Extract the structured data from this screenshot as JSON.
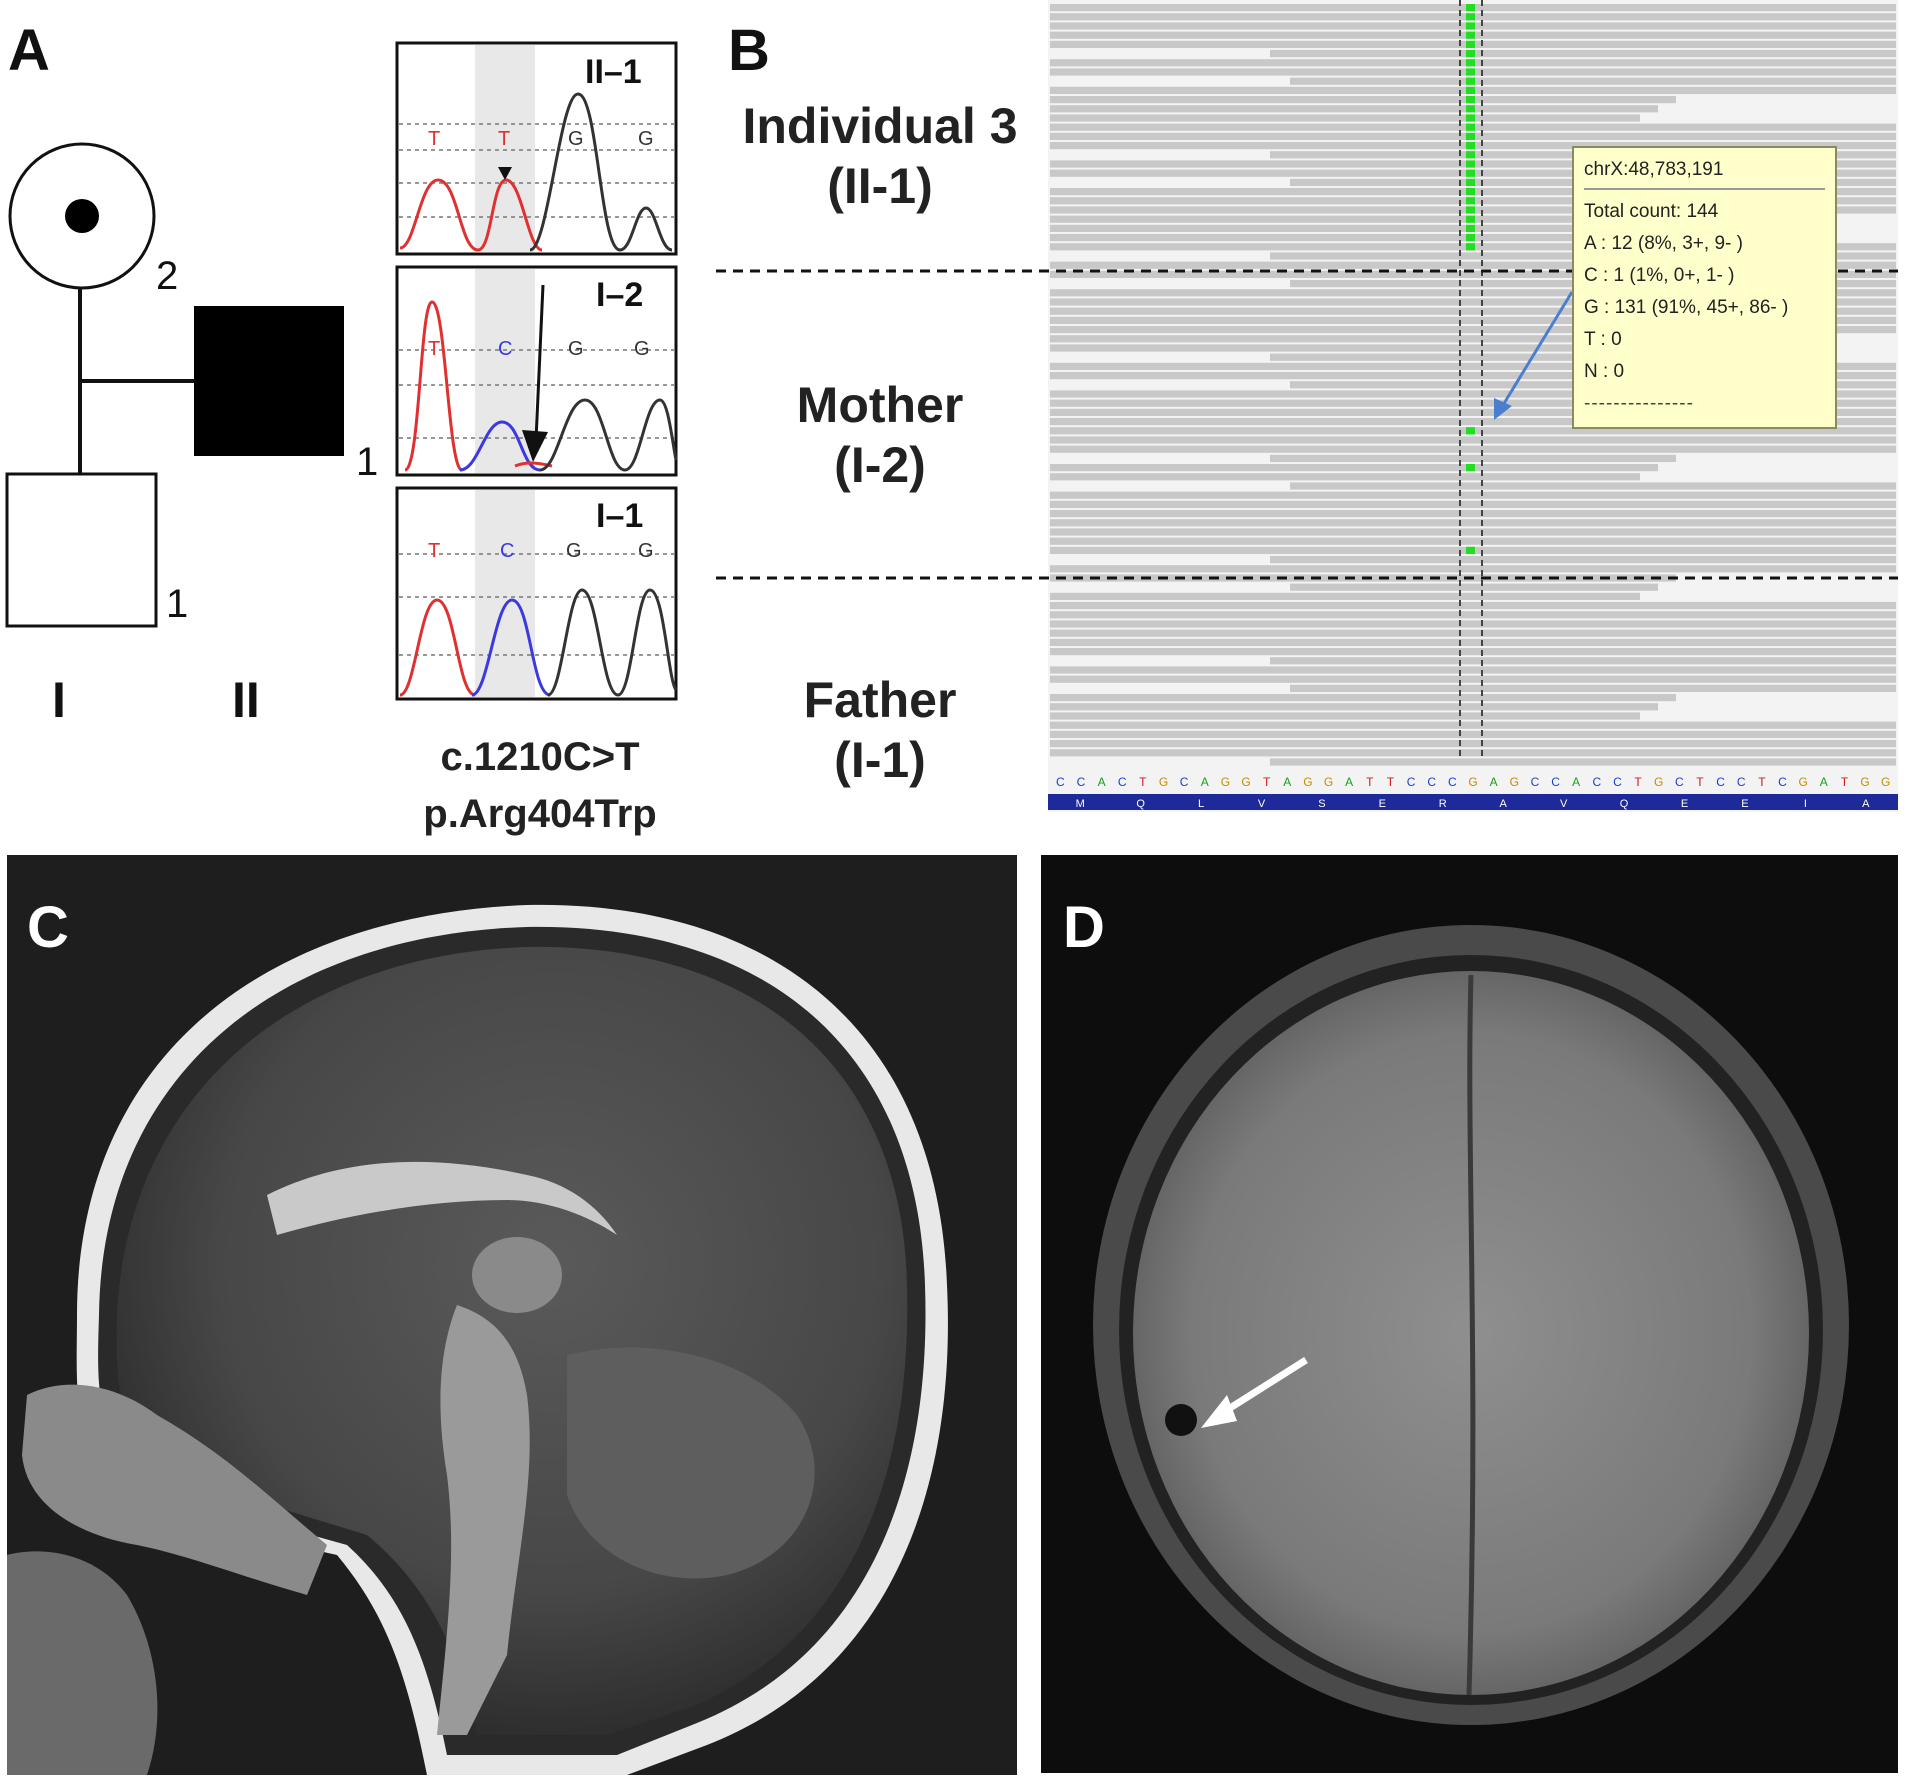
{
  "panels": {
    "a": {
      "letter": "A",
      "pedigree": {
        "mother_number": "2",
        "father_number": "1",
        "proband_number": "1",
        "generations": [
          "I",
          "II"
        ]
      },
      "chromatograms": {
        "labels": [
          "II–1",
          "I–2",
          "I–1"
        ],
        "bases_ii1": [
          "T",
          "T",
          "G",
          "G"
        ],
        "bases_i2": [
          "T",
          "C",
          "G",
          "G"
        ],
        "bases_i1": [
          "T",
          "C",
          "G",
          "G"
        ]
      },
      "variant": {
        "cdna": "c.1210C>T",
        "protein": "p.Arg404Trp"
      }
    },
    "b": {
      "letter": "B",
      "rows": [
        {
          "name": "Individual 3",
          "code": "(II-1)"
        },
        {
          "name": "Mother",
          "code": "(I-2)"
        },
        {
          "name": "Father",
          "code": "(I-1)"
        }
      ],
      "tooltip": {
        "position": "chrX:48,783,191",
        "total": "Total count: 144",
        "a": "A : 12 (8%, 3+, 9- )",
        "c": "C : 1 (1%, 0+, 1- )",
        "g": "G : 131 (91%, 45+, 86- )",
        "t": "T : 0",
        "n": "N : 0",
        "dash": "---------------"
      },
      "reference_sequence": "CCACTGCAGGTAGGATTCCCGAGCCACCTGCTCCTCGATGG",
      "amino_acids": [
        "M",
        "Q",
        "L",
        "V",
        "S",
        "E",
        "R",
        "A",
        "V",
        "Q",
        "E",
        "E",
        "I",
        "A"
      ],
      "colors": {
        "A": "#1aa01a",
        "C": "#1a3fd0",
        "G": "#c98a00",
        "T": "#d01a1a",
        "read": "#c8c8c8",
        "mismatch": "#22dd22"
      }
    },
    "c": {
      "letter": "C"
    },
    "d": {
      "letter": "D"
    }
  }
}
